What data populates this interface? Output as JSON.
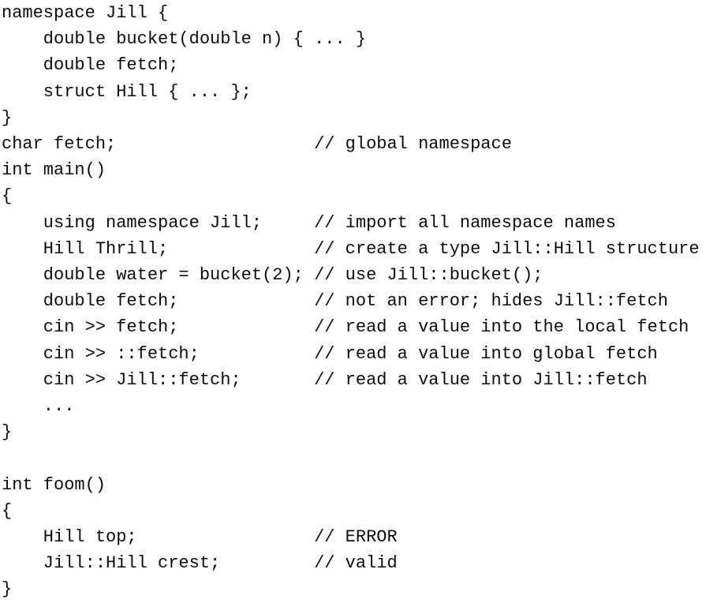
{
  "colors": {
    "background": "#ffffff",
    "text": "#0d0d0d"
  },
  "code": {
    "language": "cpp",
    "lines": [
      "namespace Jill {",
      "    double bucket(double n) { ... }",
      "    double fetch;",
      "    struct Hill { ... };",
      "}",
      "char fetch;                   // global namespace",
      "int main()",
      "{",
      "    using namespace Jill;     // import all namespace names",
      "    Hill Thrill;              // create a type Jill::Hill structure",
      "    double water = bucket(2); // use Jill::bucket();",
      "    double fetch;             // not an error; hides Jill::fetch",
      "    cin >> fetch;             // read a value into the local fetch",
      "    cin >> ::fetch;           // read a value into global fetch",
      "    cin >> Jill::fetch;       // read a value into Jill::fetch",
      "    ...",
      "}",
      "",
      "int foom()",
      "{",
      "    Hill top;                 // ERROR",
      "    Jill::Hill crest;         // valid",
      "}"
    ]
  }
}
